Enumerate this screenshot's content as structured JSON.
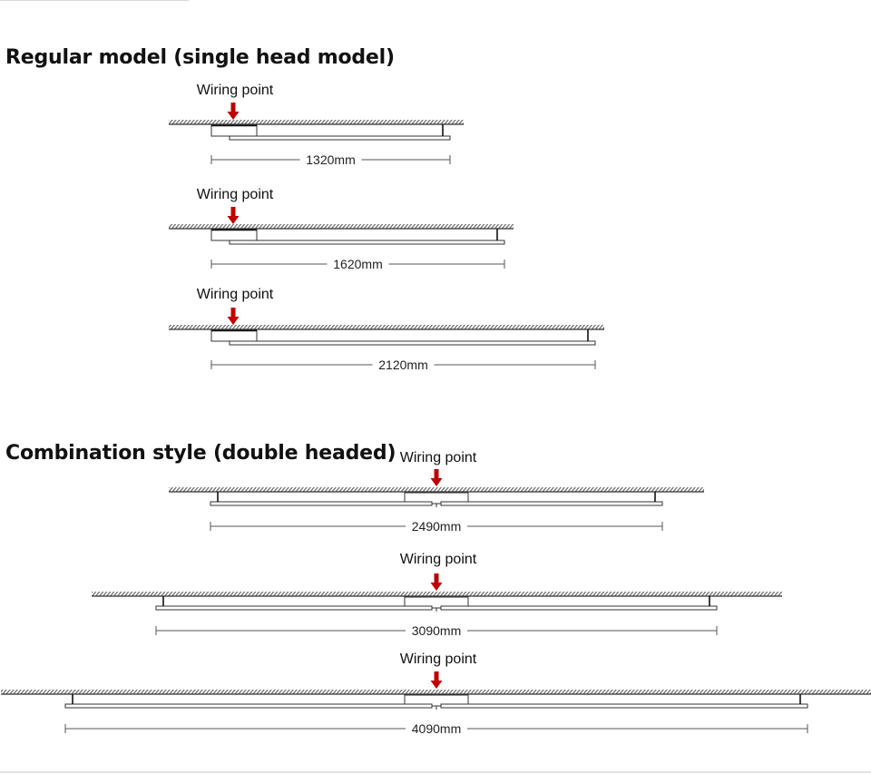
{
  "sections": [
    {
      "title": "Regular model (single head model)",
      "kind": "single",
      "items": [
        {
          "wiring_label": "Wiring point",
          "dimension": "1320mm",
          "length_mm": 1320
        },
        {
          "wiring_label": "Wiring point",
          "dimension": "1620mm",
          "length_mm": 1620
        },
        {
          "wiring_label": "Wiring point",
          "dimension": "2120mm",
          "length_mm": 2120
        }
      ]
    },
    {
      "title": "Combination style (double headed)",
      "kind": "double",
      "items": [
        {
          "wiring_label": "Wiring point",
          "dimension": "2490mm",
          "length_mm": 2490
        },
        {
          "wiring_label": "Wiring point",
          "dimension": "3090mm",
          "length_mm": 3090
        },
        {
          "wiring_label": "Wiring point",
          "dimension": "4090mm",
          "length_mm": 4090
        }
      ]
    }
  ],
  "colors": {
    "arrow": "#c00000",
    "line": "#333333",
    "hatch": "#555555"
  }
}
